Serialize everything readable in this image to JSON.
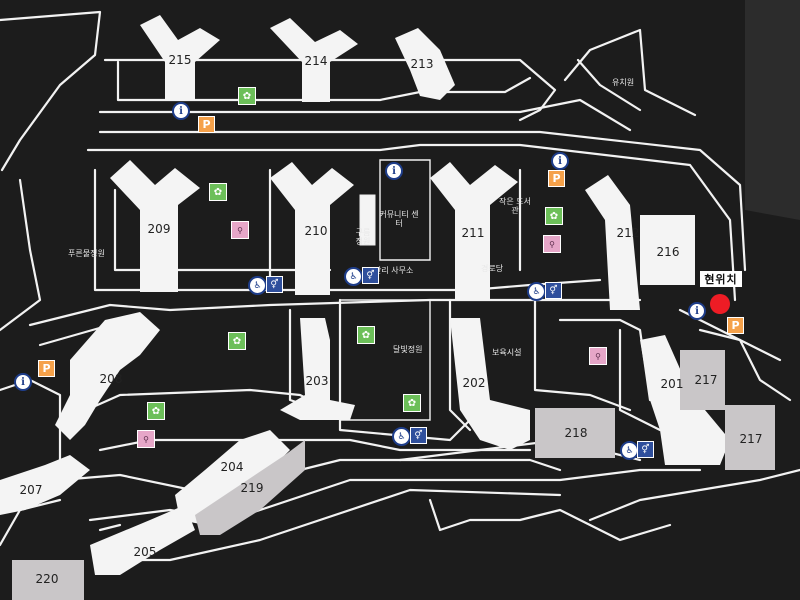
{
  "buildings": {
    "b215": "215",
    "b214": "214",
    "b213": "213",
    "b209": "209",
    "b210": "210",
    "b211": "211",
    "b212": "212",
    "b216": "216",
    "b208": "208",
    "b203": "203",
    "b202": "202",
    "b201": "201",
    "b217a": "217",
    "b217b": "217",
    "b218": "218",
    "b204": "204",
    "b219": "219",
    "b207": "207",
    "b205": "205",
    "b220": "220"
  },
  "facilities": {
    "kindergarten": "유치원",
    "community_center": "커뮤니티 센터",
    "cloud_garden": "구름 정원",
    "small_library": "작은 도서관",
    "seniors_hall": "경로당",
    "management_office": "관리 사무소",
    "blue_garden": "푸른물정원",
    "starlight_garden": "달빛정원",
    "daycare": "보육시설"
  },
  "current_location": "현위치",
  "icons": {
    "info": "i",
    "parking": "P",
    "playground": "playground-icon",
    "fitness": "fitness-icon",
    "toilet": "toilet-icon",
    "access": "accessible-icon"
  },
  "colors": {
    "background": "#1a1a1a",
    "road": "#f2f2f2",
    "building": "#f4f4f4",
    "building_gray": "#c9c6c8",
    "here": "#ee1c25",
    "parking": "#f5a14a",
    "playground": "#6cbf59",
    "fitness": "#e6a6c8"
  }
}
